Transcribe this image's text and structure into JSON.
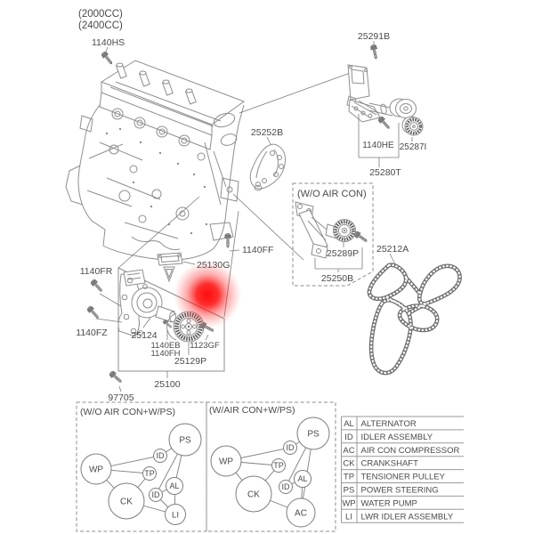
{
  "labels": {
    "cc_note_1": "(2000CC)",
    "cc_note_2": "(2400CC)",
    "p_1140HS": "1140HS",
    "p_25291B": "25291B",
    "p_1140HE": "1140HE",
    "p_25287I": "25287I",
    "p_25280T": "25280T",
    "p_25252B": "25252B",
    "wo_air_con_title": "(W/O AIR CON)",
    "p_25289P": "25289P",
    "p_25250B": "25250B",
    "p_25212A": "25212A",
    "p_1140FF": "1140FF",
    "p_25130G": "25130G",
    "p_1140FR": "1140FR",
    "p_1140FZ": "1140FZ",
    "p_25124": "25124",
    "p_1140EB": "1140EB",
    "p_1140FH": "1140FH",
    "p_1123GF": "1123GF",
    "p_25129P": "25129P",
    "p_25100": "25100",
    "p_97705": "97705"
  },
  "belt_diagrams": [
    {
      "title": "(W/O AIR CON+W/PS)",
      "pulleys": [
        {
          "code": "PS"
        },
        {
          "code": "ID"
        },
        {
          "code": "WP"
        },
        {
          "code": "TP"
        },
        {
          "code": "AL"
        },
        {
          "code": "ID"
        },
        {
          "code": "CK"
        },
        {
          "code": "LI"
        }
      ]
    },
    {
      "title": "(W/AIR CON+W/PS)",
      "pulleys": [
        {
          "code": "PS"
        },
        {
          "code": "ID"
        },
        {
          "code": "WP"
        },
        {
          "code": "TP"
        },
        {
          "code": "AL"
        },
        {
          "code": "ID"
        },
        {
          "code": "CK"
        },
        {
          "code": "AC"
        }
      ]
    }
  ],
  "legend": {
    "rows": [
      {
        "code": "AL",
        "desc": "ALTERNATOR"
      },
      {
        "code": "ID",
        "desc": "IDLER ASSEMBLY"
      },
      {
        "code": "AC",
        "desc": "AIR CON COMPRESSOR"
      },
      {
        "code": "CK",
        "desc": "CRANKSHAFT"
      },
      {
        "code": "TP",
        "desc": "TENSIONER PULLEY"
      },
      {
        "code": "PS",
        "desc": "POWER STEERING"
      },
      {
        "code": "WP",
        "desc": "WATER PUMP"
      },
      {
        "code": "LI",
        "desc": "LWR IDLER ASSEMBLY"
      }
    ]
  },
  "colors": {
    "background": "#ffffff",
    "line_art": "#8e8e8e",
    "text": "#4a4a4a",
    "highlight_red": "#ff0000"
  }
}
